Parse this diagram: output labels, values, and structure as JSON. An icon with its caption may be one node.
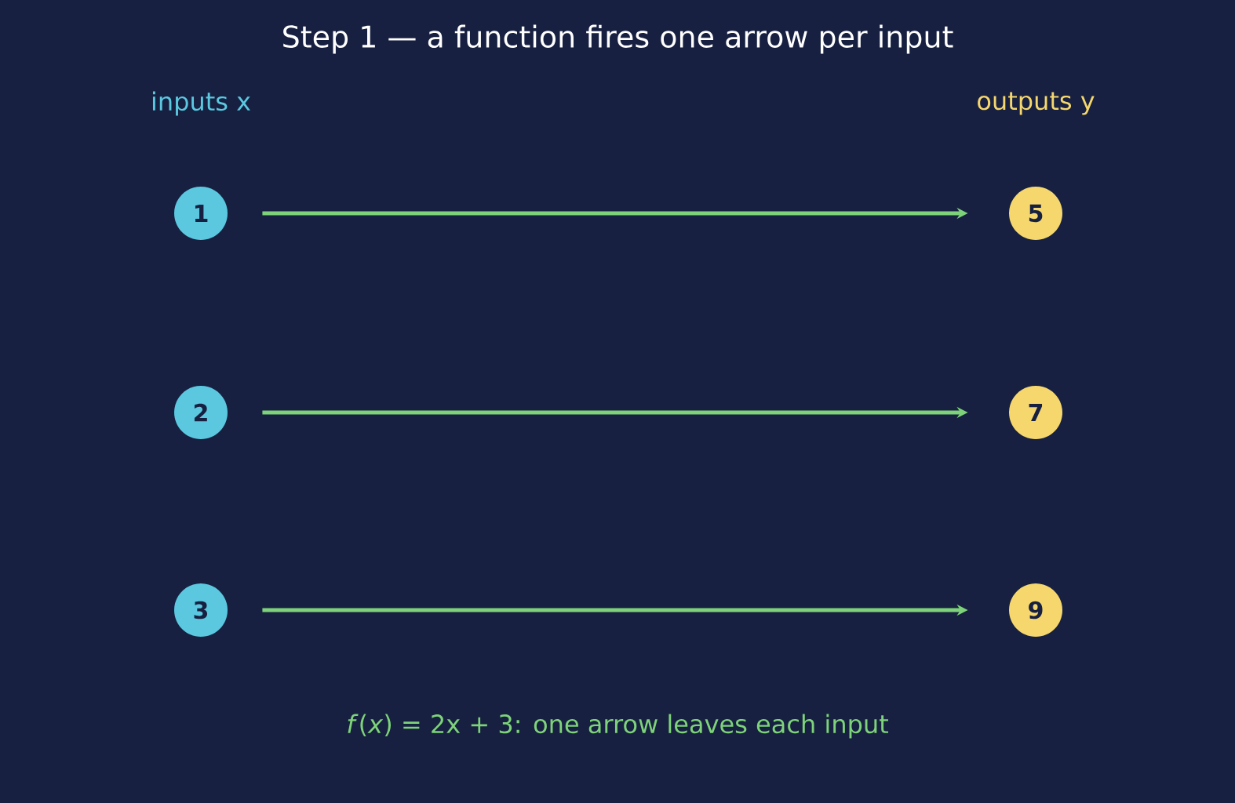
{
  "diagram": {
    "title": "Step 1 — a function fires one arrow per input",
    "nodes": [
      {
        "text": [
          "1"
        ]
      },
      {
        "text": [
          "2"
        ]
      },
      {
        "text": [
          "3"
        ]
      },
      {
        "text": [
          "5"
        ]
      },
      {
        "text": [
          "7"
        ]
      },
      {
        "text": [
          "9"
        ]
      }
    ],
    "edges": [
      {
        "from": 0,
        "to": 3,
        "arrow": "to"
      },
      {
        "from": 1,
        "to": 4,
        "arrow": "to"
      },
      {
        "from": 2,
        "to": 5,
        "arrow": "to"
      }
    ],
    "labels": [
      "inputs x",
      "outputs y"
    ],
    "caption": "*f*(*x*) = 2x + 3: one arrow leaves each input"
  }
}
